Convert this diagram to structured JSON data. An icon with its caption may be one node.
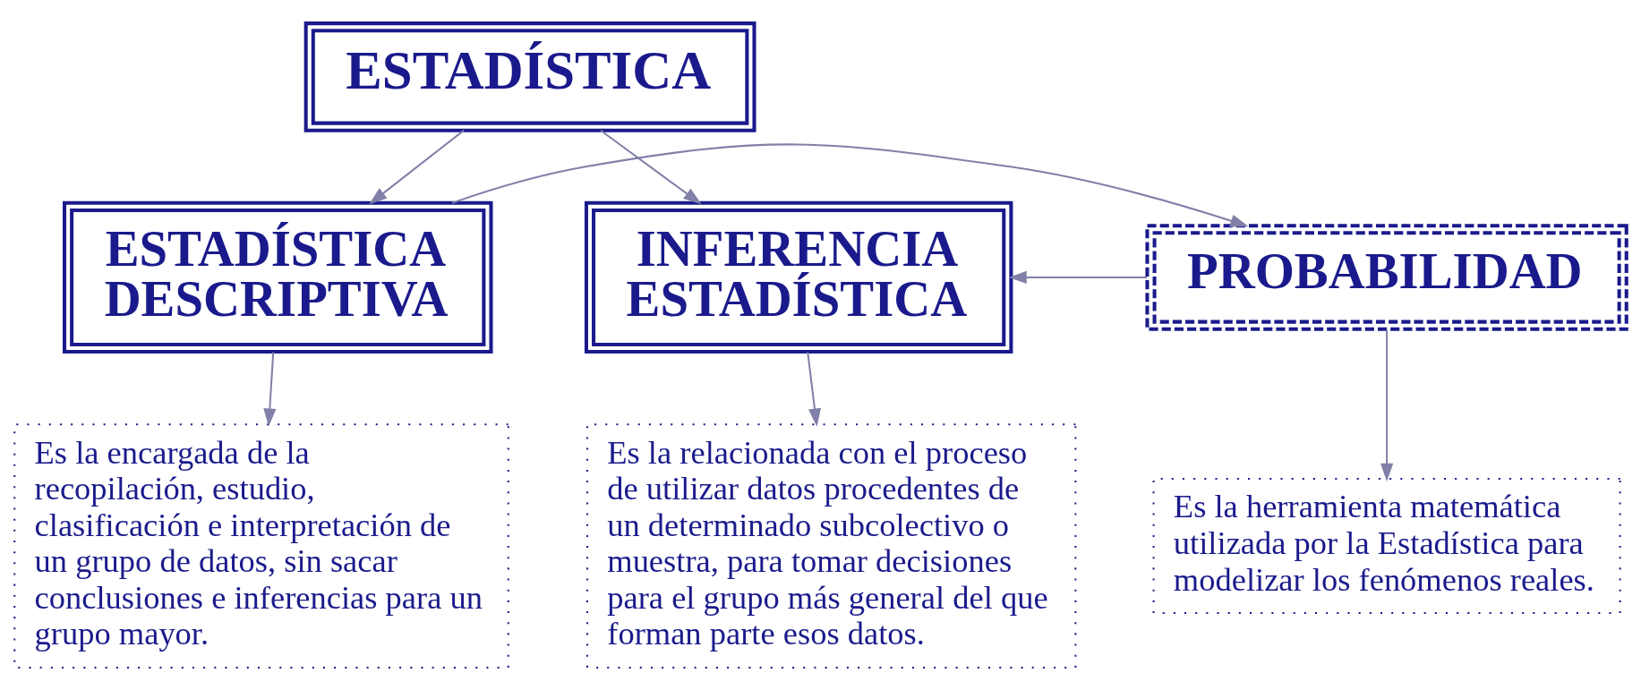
{
  "diagram": {
    "nodes": [
      {
        "text": [
          "ESTADÍSTICA"
        ]
      },
      {
        "text": [
          "ESTADÍSTICA DESCRIPTIVA"
        ]
      },
      {
        "text": [
          "PROBABILIDAD"
        ]
      },
      {
        "text": [
          "INFERENCIA ESTADÍSTICA"
        ]
      },
      {
        "text": [
          "Es la encargada de la recopilación, estudio, clasificación e interpretación de un grupo de datos, sin sacar conclusiones e inferencias para un grupo mayor."
        ]
      },
      {
        "text": [
          "Es la herramienta matemática utilizada por la Estadística para modelizar los fenómenos reales."
        ]
      },
      {
        "text": [
          "Es la relacionada con el proceso de utilizar datos procedentes de un determinado subcolectivo o muestra, para tomar decisiones para el grupo más general del que forman parte esos datos."
        ]
      }
    ],
    "edges": [
      {
        "from": 0,
        "to": 1,
        "arrow": "to"
      },
      {
        "from": 0,
        "to": 3,
        "arrow": "to"
      },
      {
        "from": 1,
        "to": 2,
        "arrow": "to"
      },
      {
        "from": 2,
        "to": 3,
        "arrow": "to"
      },
      {
        "from": 1,
        "to": 4,
        "arrow": "to"
      },
      {
        "from": 2,
        "to": 5,
        "arrow": "to"
      },
      {
        "from": 3,
        "to": 6,
        "arrow": "to"
      }
    ]
  }
}
